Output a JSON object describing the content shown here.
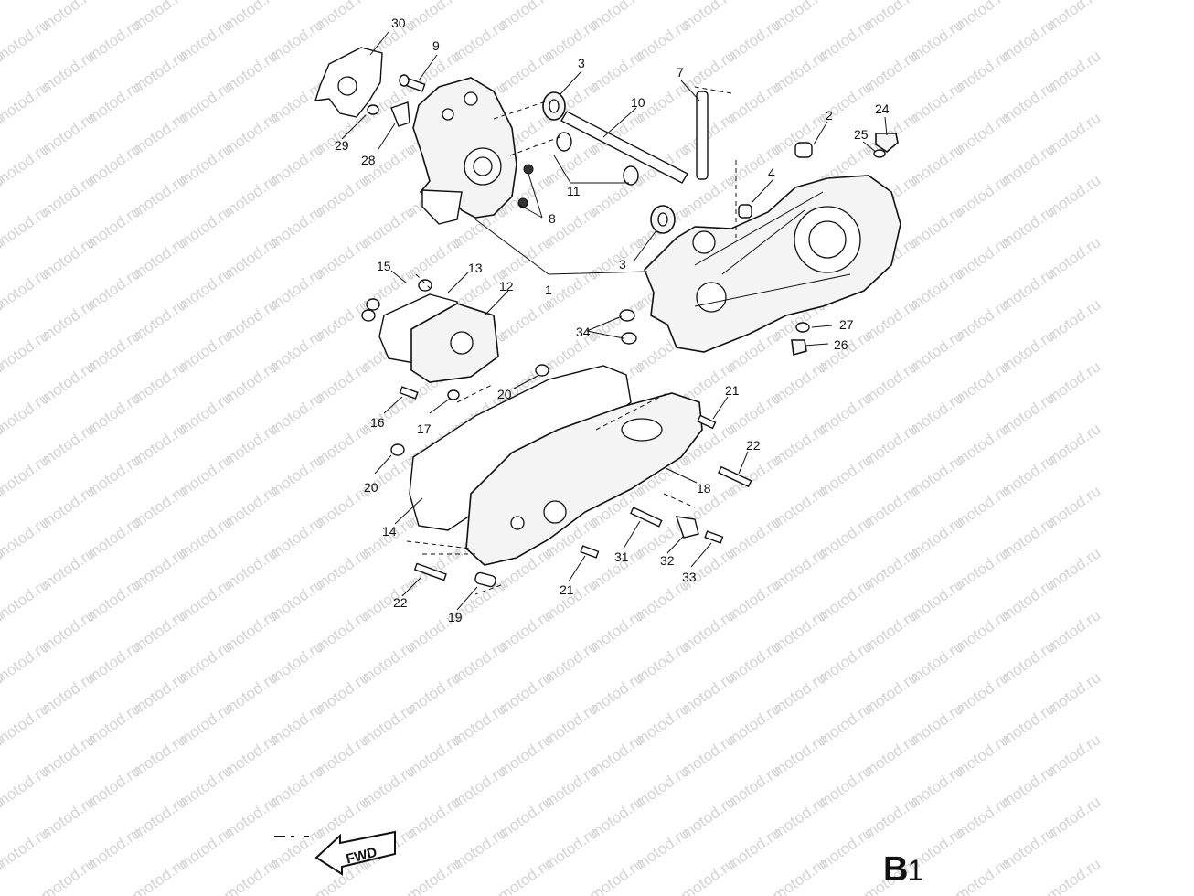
{
  "watermark": "motod.ru",
  "callouts": {
    "p1": "1",
    "p2": "2",
    "p3a": "3",
    "p3b": "3",
    "p4": "4",
    "p7": "7",
    "p8": "8",
    "p9": "9",
    "p10": "10",
    "p11": "11",
    "p12": "12",
    "p13": "13",
    "p14": "14",
    "p15": "15",
    "p16": "16",
    "p17": "17",
    "p18": "18",
    "p19": "19",
    "p20a": "20",
    "p20b": "20",
    "p21a": "21",
    "p21b": "21",
    "p22a": "22",
    "p22b": "22",
    "p24": "24",
    "p25": "25",
    "p26": "26",
    "p27": "27",
    "p28": "28",
    "p29": "29",
    "p30": "30",
    "p31": "31",
    "p32": "32",
    "p33": "33",
    "p34": "34"
  },
  "fwd_label": "FWD",
  "figure_label": {
    "letter": "B",
    "number": "1"
  },
  "colors": {
    "ink": "#111111",
    "watermark": "#d4d4d4",
    "background": "#ffffff"
  }
}
